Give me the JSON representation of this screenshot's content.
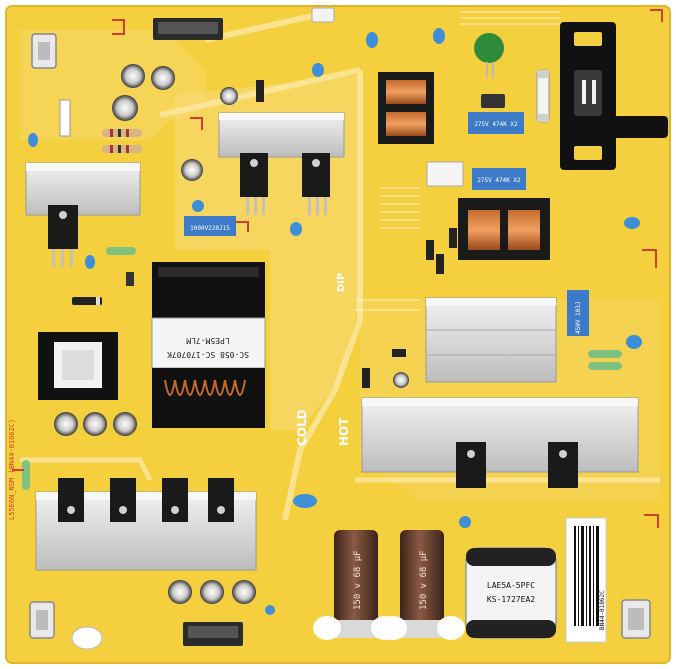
{
  "photo": {
    "board_color": "#f4cf3e",
    "silkscreen_color": "#ffffff",
    "trace_color": "#f6d766",
    "heatsink_color": "#dcdcdc",
    "cap_color": "#5b3b2c",
    "label_blue": "#3d7ac8",
    "inlet_color": "#111111"
  },
  "labels": {
    "left_edge_code": "L55E6N_NSM (BN44-01062C)",
    "transformer_text_1": "LPE5M-7LM",
    "transformer_text_2": "SC-058 SC-170707K",
    "cold_label": "COLD",
    "hot_label": "HOT",
    "dip_label": "DIP",
    "coil_label_1": "LAE5A-5PFC",
    "coil_label_2": "KS-1727EA2",
    "cap_left_text": "150 v 68 μF",
    "cap_right_text": "150 v 68 μF",
    "cap_blue_1": "1000V220J15",
    "cap_blue_2": "275V 474K X2",
    "cap_blue_3": "275V 474K X2",
    "cap_blue_4": "450V 103J",
    "barcode_text": "BN44-01062C"
  }
}
